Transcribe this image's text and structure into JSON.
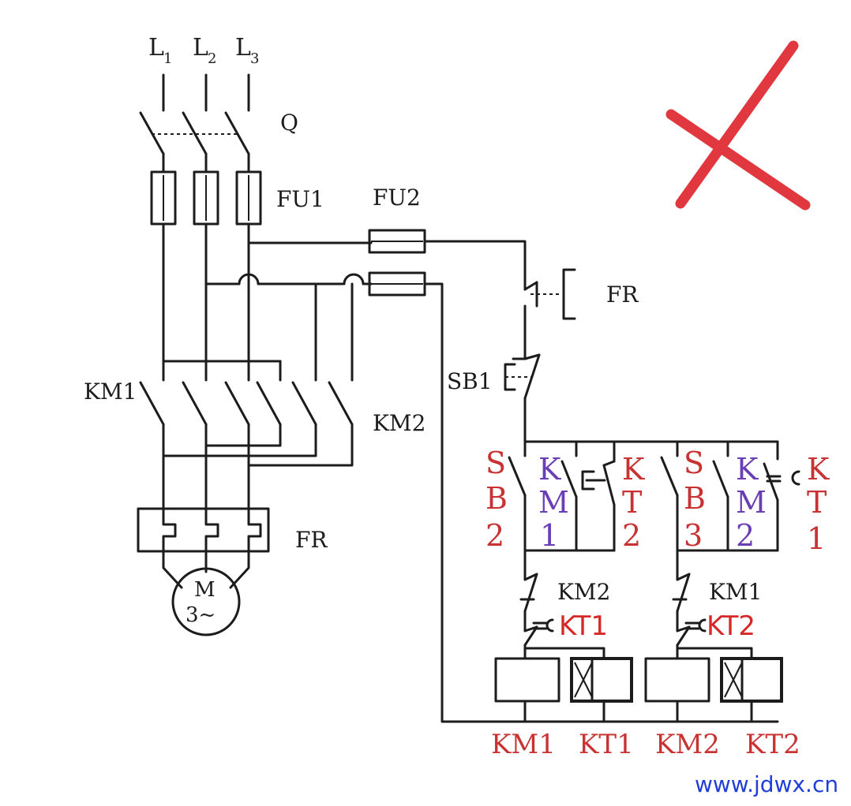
{
  "diagram": {
    "power": {
      "phases": [
        "L",
        "L",
        "L"
      ],
      "phase_subs": [
        "1",
        "2",
        "3"
      ],
      "switch": "Q",
      "fuse_main": "FU1",
      "fuse_control": "FU2",
      "contactor_forward": "KM1",
      "contactor_reverse": "KM2",
      "overload": "FR",
      "motor_line1": "M",
      "motor_line2": "3~"
    },
    "control": {
      "overload_contact": "FR",
      "stop_button": "SB1",
      "sb2": [
        "S",
        "B",
        "2"
      ],
      "km1_aux": [
        "K",
        "M",
        "1"
      ],
      "kt2_contact": [
        "K",
        "T",
        "2"
      ],
      "sb3": [
        "S",
        "B",
        "3"
      ],
      "km2_aux": [
        "K",
        "M",
        "2"
      ],
      "kt1_contact": [
        "K",
        "T",
        "1"
      ],
      "interlock_left": "KM2",
      "timer_left": "KT1",
      "interlock_right": "KM1",
      "timer_right": "KT2",
      "coils": [
        "KM1",
        "KT1",
        "KM2",
        "KT2"
      ]
    },
    "annotation": {
      "mark_color": "#e0383e"
    },
    "watermark": "www.jdwx.cn"
  }
}
